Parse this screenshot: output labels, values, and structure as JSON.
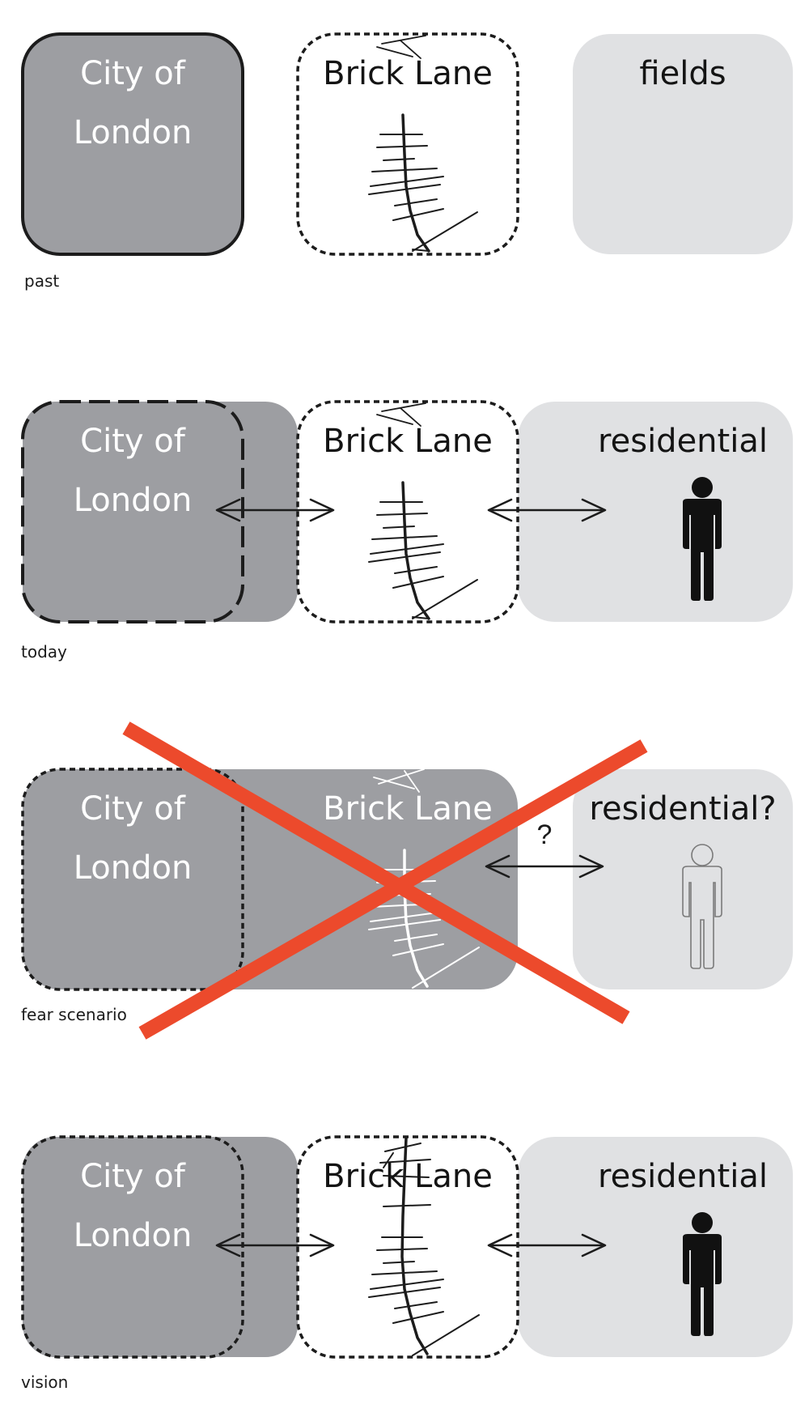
{
  "colors": {
    "city": "#9d9ea2",
    "fields": "#e0e1e3",
    "outline": "#1c1c1c",
    "cross": "#ec4a2c",
    "figure": "#111111"
  },
  "rows": [
    {
      "caption": "past",
      "city_label": [
        "City of",
        "London"
      ],
      "lane_label": "Brick Lane",
      "right_label": "fields"
    },
    {
      "caption": "today",
      "city_label": [
        "City of",
        "London"
      ],
      "lane_label": "Brick Lane",
      "right_label": "residential"
    },
    {
      "caption": "fear scenario",
      "city_label": [
        "City of",
        "London"
      ],
      "lane_label": "Brick Lane",
      "right_label": "residential?",
      "question": "?"
    },
    {
      "caption": "vision",
      "city_label": [
        "City of",
        "London"
      ],
      "lane_label": "Brick Lane",
      "right_label": "residential"
    }
  ],
  "icons": {
    "person": "person-icon",
    "street_map": "street-map-icon",
    "arrow": "double-arrow",
    "cross": "cross-out-mark"
  }
}
